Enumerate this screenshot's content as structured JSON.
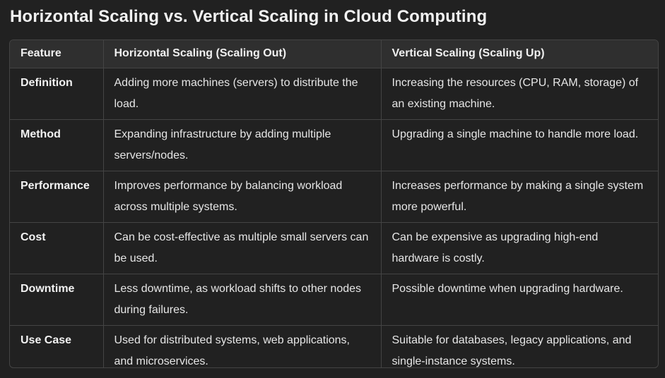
{
  "title": "Horizontal Scaling vs. Vertical Scaling in Cloud Computing",
  "table": {
    "headers": [
      "Feature",
      "Horizontal Scaling (Scaling Out)",
      "Vertical Scaling (Scaling Up)"
    ],
    "rows": [
      [
        "Definition",
        "Adding more machines (servers) to distribute the load.",
        "Increasing the resources (CPU, RAM, storage) of an existing machine."
      ],
      [
        "Method",
        "Expanding infrastructure by adding multiple servers/nodes.",
        "Upgrading a single machine to handle more load."
      ],
      [
        "Performance",
        "Improves performance by balancing workload across multiple systems.",
        "Increases performance by making a single system more powerful."
      ],
      [
        "Cost",
        "Can be cost-effective as multiple small servers can be used.",
        "Can be expensive as upgrading high-end hardware is costly."
      ],
      [
        "Downtime",
        "Less downtime, as workload shifts to other nodes during failures.",
        "Possible downtime when upgrading hardware."
      ],
      [
        "Use Case",
        "Used for distributed systems, web applications, and microservices.",
        "Suitable for databases, legacy applications, and single-instance systems."
      ]
    ]
  },
  "colors": {
    "background": "#212121",
    "header_background": "#2f2f2f",
    "border": "#444444",
    "text": "#ececec"
  }
}
